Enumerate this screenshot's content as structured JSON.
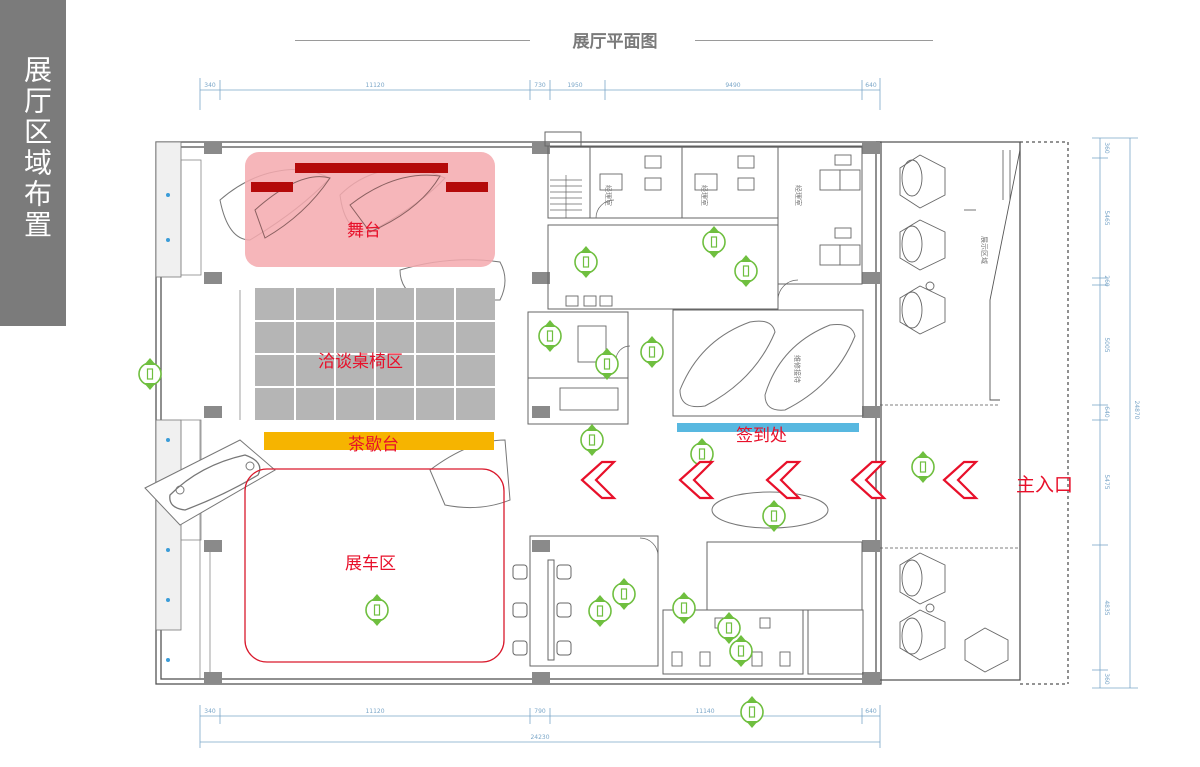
{
  "side_title": "展厅区域布置",
  "page_title": "展厅平面图",
  "zones": {
    "stage": "舞台",
    "negotiation": "洽谈桌椅区",
    "tea_bar": "茶歇台",
    "checkin": "签到处",
    "display": "展车区",
    "entrance": "主入口"
  },
  "dimensions": {
    "top": [
      "340",
      "11120",
      "730",
      "1950",
      "9490",
      "640"
    ],
    "bottom": [
      "340",
      "11120",
      "790",
      "11140",
      "640"
    ],
    "bottom_total": "24230",
    "right": [
      "360",
      "5465",
      "260",
      "5005",
      "640",
      "5475",
      "4835",
      "360"
    ],
    "right_total": "24870"
  },
  "colors": {
    "stage_fill": "#f5a9ae",
    "stage_bar": "#b40a0a",
    "tea_bar": "#f6b400",
    "checkin_bar": "#58b8e0",
    "arrow": "#e8102a",
    "label": "#e8102a",
    "camera": "#6fbf3f",
    "negotiation_fill": "#b5b5b5"
  },
  "icons": [
    "camera-icon",
    "entrance-arrow-icon"
  ]
}
